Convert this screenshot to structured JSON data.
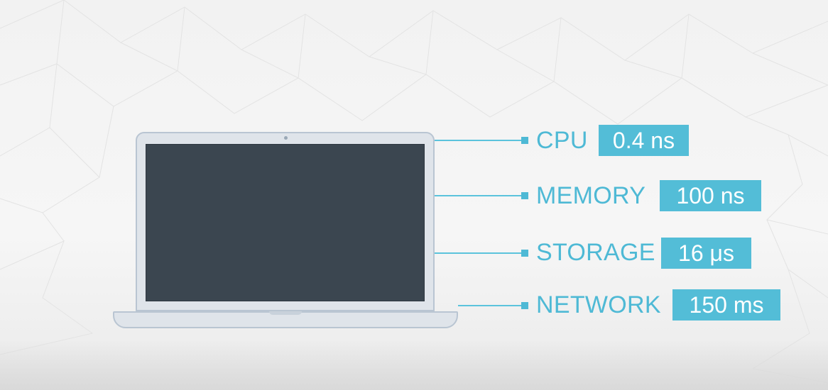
{
  "colors": {
    "accent": "#53bdd7",
    "label_text": "#4eb9d5",
    "screen": "#3b4650",
    "laptop_body": "#dfe4ea",
    "laptop_outline": "#b9c5d2",
    "background": "#f4f4f4"
  },
  "icons": {
    "device": "laptop-icon"
  },
  "metrics": [
    {
      "label": "CPU",
      "value": "0.4 ns"
    },
    {
      "label": "MEMORY",
      "value": "100 ns"
    },
    {
      "label": "STORAGE",
      "value": "16 μs"
    },
    {
      "label": "NETWORK",
      "value": "150 ms"
    }
  ]
}
